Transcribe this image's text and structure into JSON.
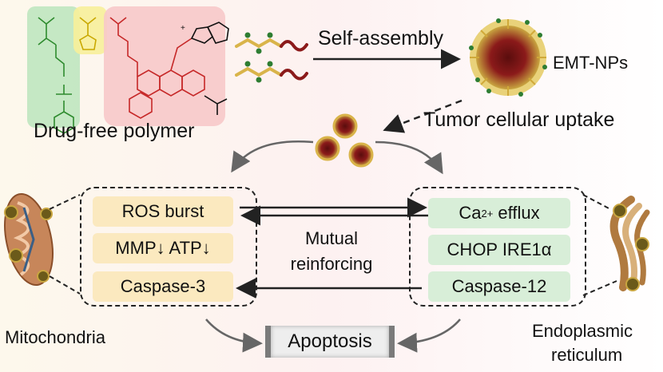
{
  "labels": {
    "drug_free_polymer": "Drug-free polymer",
    "self_assembly": "Self-assembly",
    "emt_nps": "EMT-NPs",
    "tumor_uptake": "Tumor cellular uptake",
    "mutual_line1": "Mutual",
    "mutual_line2": "reinforcing",
    "apoptosis": "Apoptosis",
    "mitochondria": "Mitochondria",
    "er_line1": "Endoplasmic",
    "er_line2": "reticulum"
  },
  "mito_pills": {
    "ros": "ROS burst",
    "mmp": "MMP↓ ATP↓",
    "caspase3": "Caspase-3"
  },
  "er_pills": {
    "ca_base": "Ca",
    "ca_sup": "2+",
    "ca_rest": " efflux",
    "chop": "CHOP IRE1α",
    "caspase12": "Caspase-12"
  },
  "colors": {
    "yellow_pill": "#fbe9bf",
    "green_pill": "#d8eed8",
    "monomer_green": "#4caf50",
    "monomer_yellow": "#f2c800",
    "monomer_red": "#e53935",
    "chain_yellow": "#d9b44a",
    "chain_red": "#8b1a1a",
    "np_green": "#2e7d32"
  }
}
